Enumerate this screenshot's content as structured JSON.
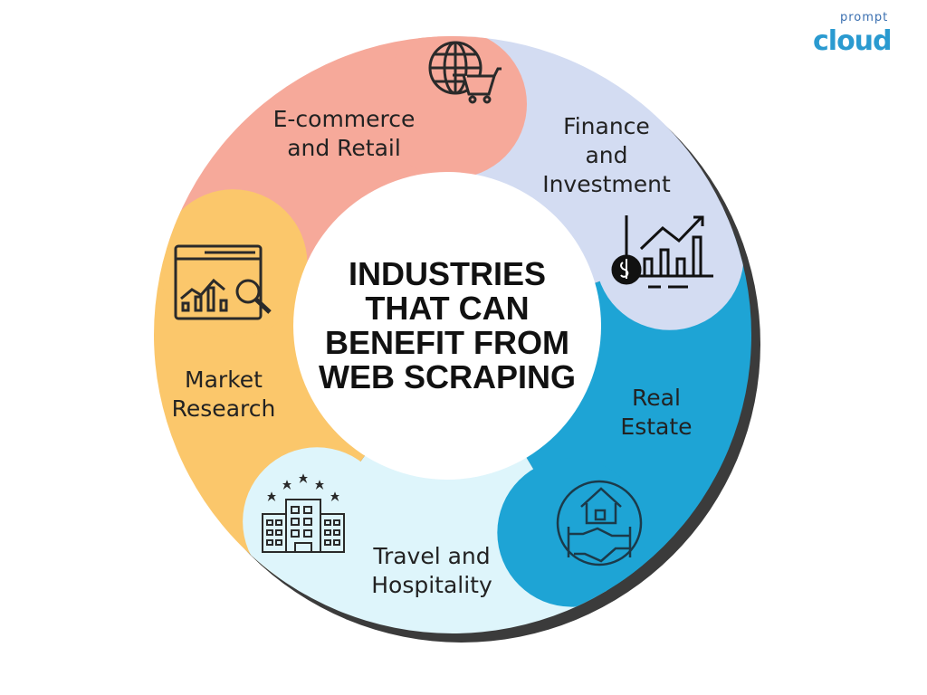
{
  "title_lines": [
    "INDUSTRIES",
    "THAT CAN",
    "BENEFIT FROM",
    "WEB SCRAPING"
  ],
  "logo": {
    "top": "prompt",
    "bottom": "cloud"
  },
  "segments": [
    {
      "id": "ecommerce",
      "lines": [
        "E-commerce",
        "and Retail"
      ],
      "icon": "globe-cart-icon",
      "color": "#f6a99a"
    },
    {
      "id": "finance",
      "lines": [
        "Finance",
        "and",
        "Investment"
      ],
      "icon": "finance-chart-icon",
      "color": "#d3dcf2"
    },
    {
      "id": "realestate",
      "lines": [
        "Real",
        "Estate"
      ],
      "icon": "house-handshake-icon",
      "color": "#1ea4d5"
    },
    {
      "id": "travel",
      "lines": [
        "Travel and",
        "Hospitality"
      ],
      "icon": "hotel-stars-icon",
      "color": "#def5fb"
    },
    {
      "id": "market",
      "lines": [
        "Market",
        "Research"
      ],
      "icon": "market-analysis-icon",
      "color": "#fbc76b"
    }
  ]
}
